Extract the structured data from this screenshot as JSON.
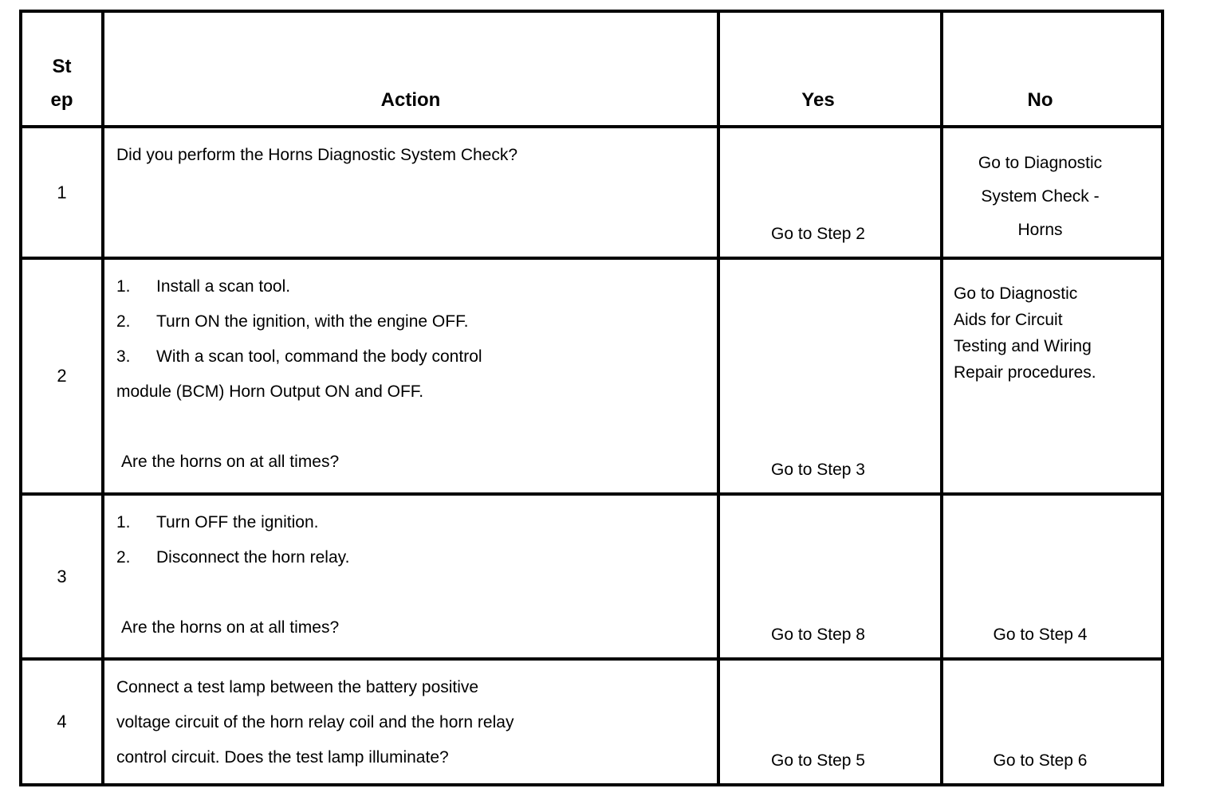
{
  "colors": {
    "background": "#ffffff",
    "border": "#000000",
    "text": "#000000"
  },
  "table": {
    "header": {
      "step": "St ep",
      "action": "Action",
      "yes": "Yes",
      "no": "No"
    },
    "rows": [
      {
        "step": "1",
        "action": {
          "line": "Did you perform the Horns Diagnostic System Check?"
        },
        "yes": "Go to Step 2",
        "no": {
          "lines": [
            "Go to Diagnostic",
            "System Check -",
            "Horns"
          ]
        }
      },
      {
        "step": "2",
        "action": {
          "items": [
            {
              "num": "1.",
              "text": "Install a scan tool."
            },
            {
              "num": "2.",
              "text": "Turn ON the ignition, with the engine OFF."
            },
            {
              "num": "3.",
              "text": "With a scan tool, command the body control"
            }
          ],
          "cont": "module (BCM) Horn Output ON and OFF.",
          "question": "Are the horns on at all times?"
        },
        "yes": "Go to Step 3",
        "no": {
          "lines": [
            "Go to Diagnostic",
            "Aids for Circuit",
            "Testing and Wiring",
            "Repair procedures."
          ]
        }
      },
      {
        "step": "3",
        "action": {
          "items": [
            {
              "num": "1.",
              "text": "Turn OFF the ignition."
            },
            {
              "num": "2.",
              "text": "Disconnect the horn relay."
            }
          ],
          "question": "Are the horns on at all times?"
        },
        "yes": "Go to Step 8",
        "no": "Go to Step 4"
      },
      {
        "step": "4",
        "action": {
          "lines": [
            "Connect a test lamp between the battery positive",
            "voltage circuit of the horn relay coil and the horn relay",
            "control circuit. Does the test lamp illuminate?"
          ]
        },
        "yes": "Go to Step 5",
        "no": "Go to Step 6"
      }
    ]
  }
}
